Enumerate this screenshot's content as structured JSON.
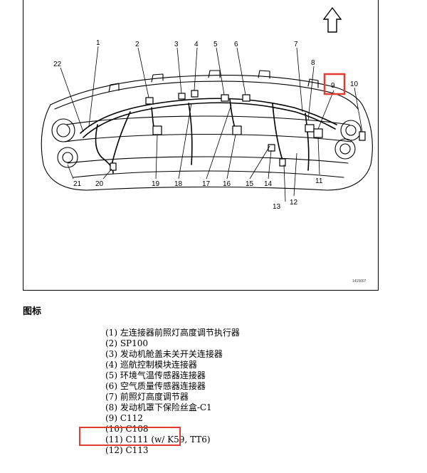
{
  "figure": {
    "id": "1415007",
    "callouts": [
      "1",
      "2",
      "3",
      "4",
      "5",
      "6",
      "7",
      "8",
      "9",
      "10",
      "11",
      "12",
      "13",
      "14",
      "15",
      "16",
      "17",
      "18",
      "19",
      "20",
      "21",
      "22"
    ],
    "highlighted_callout": "9",
    "highlight_color": "#e03c31"
  },
  "legend": {
    "heading": "图标",
    "items": [
      "(1) 左连接器前照灯高度调节执行器",
      "(2) SP100",
      "(3) 发动机舱盖未关开关连接器",
      "(4) 巡航控制模块连接器",
      "(5) 环境气温传感器连接器",
      "(6) 空气质量传感器连接器",
      "(7) 前照灯高度调节器",
      "(8) 发动机罩下保险丝盒-C1",
      "(9) C112",
      "(10) C108",
      "(11) C111 (w/ K59, TT6)",
      "(12) C113"
    ],
    "highlighted_item": "(9) C112"
  }
}
